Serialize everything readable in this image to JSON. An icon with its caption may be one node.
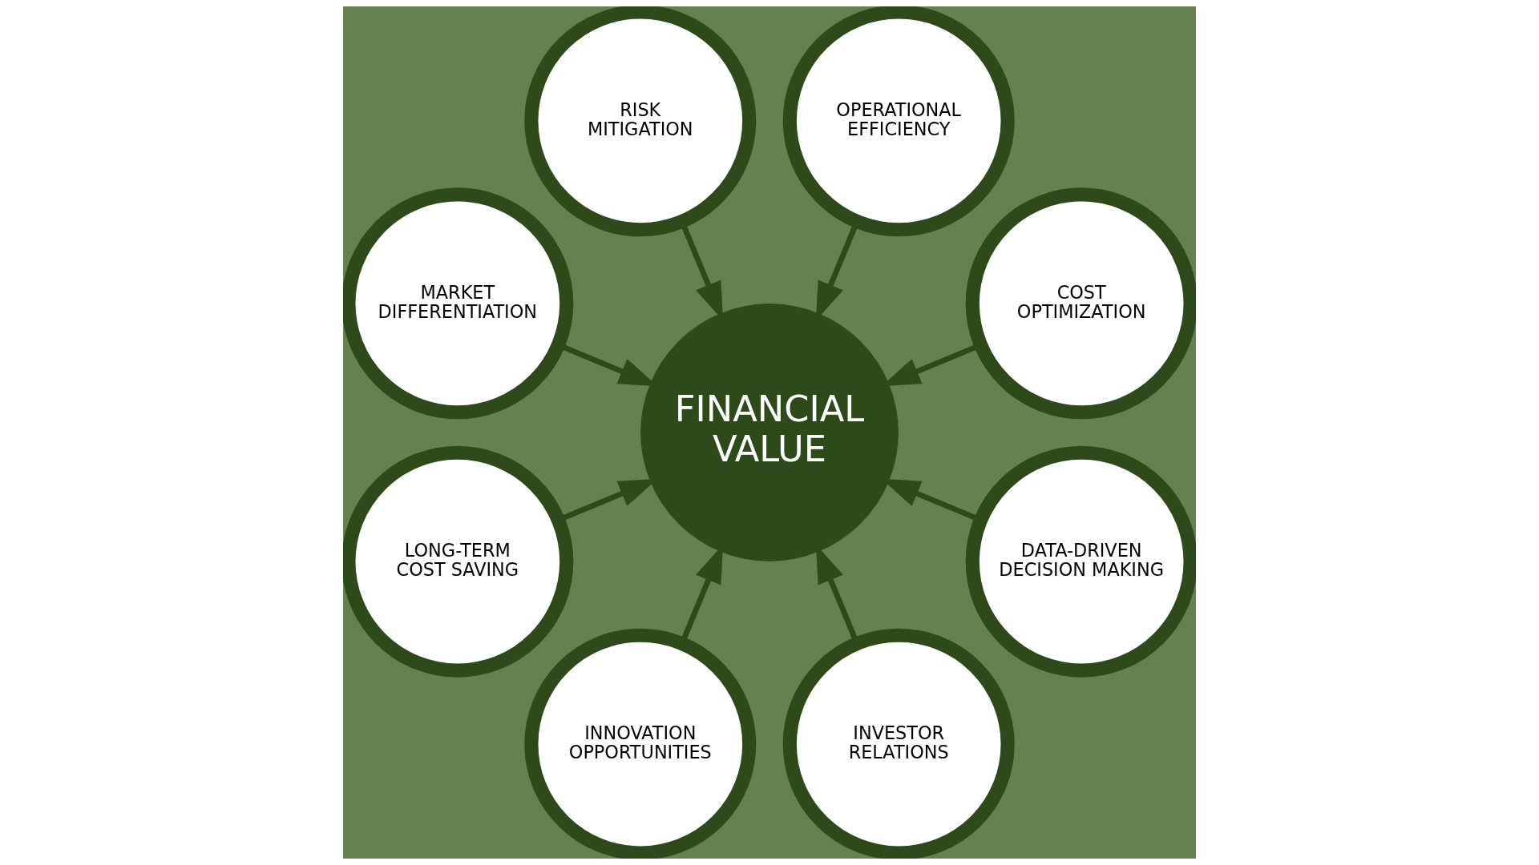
{
  "diagram": {
    "nodes": [
      {
        "text": [
          "FINANCIAL VALUE"
        ]
      },
      {
        "text": [
          "COST OPTIMIZATION"
        ]
      },
      {
        "text": [
          "OPERATIONAL EFFICIENCY"
        ]
      },
      {
        "text": [
          "RISK MITIGATION"
        ]
      },
      {
        "text": [
          "MARKET DIFFERENTIATION"
        ]
      },
      {
        "text": [
          "LONG-TERM COST SAVING"
        ]
      },
      {
        "text": [
          "INNOVATION OPPORTUNITIES"
        ]
      },
      {
        "text": [
          "INVESTOR RELATIONS"
        ]
      },
      {
        "text": [
          "DATA-DRIVEN DECISION MAKING"
        ]
      }
    ],
    "edges": [
      {
        "from": 1,
        "to": 0,
        "arrow": "to"
      },
      {
        "from": 2,
        "to": 0,
        "arrow": "to"
      },
      {
        "from": 3,
        "to": 0,
        "arrow": "to"
      },
      {
        "from": 4,
        "to": 0,
        "arrow": "to"
      },
      {
        "from": 5,
        "to": 0,
        "arrow": "to"
      },
      {
        "from": 6,
        "to": 0,
        "arrow": "to"
      },
      {
        "from": 7,
        "to": 0,
        "arrow": "to"
      },
      {
        "from": 8,
        "to": 0,
        "arrow": "to"
      }
    ]
  }
}
